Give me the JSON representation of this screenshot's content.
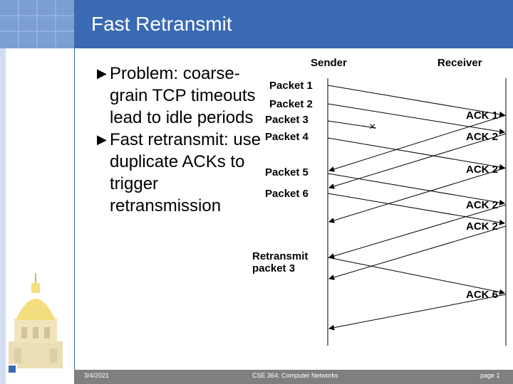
{
  "slide": {
    "title": "Fast Retransmit",
    "bullets": [
      "Problem: coarse-grain TCP timeouts lead to idle periods",
      "Fast retransmit: use duplicate ACKs to trigger retransmission"
    ]
  },
  "diagram": {
    "sender_label": "Sender",
    "receiver_label": "Receiver",
    "packets": [
      "Packet 1",
      "Packet 2",
      "Packet 3",
      "Packet 4",
      "Packet 5",
      "Packet 6"
    ],
    "acks": [
      "ACK 1",
      "ACK 2",
      "ACK 2",
      "ACK 2",
      "ACK 2",
      "ACK 6"
    ],
    "retransmit_label": "Retransmit packet 3",
    "lost_marker": "×"
  },
  "footer": {
    "date": "3/4/2021",
    "course": "CSE 364: Computer Networks",
    "page": "page 1"
  },
  "colors": {
    "title_bar": "#3a6ab4",
    "sidebar": "#7b9fd3",
    "footer": "#7f7f7f"
  }
}
